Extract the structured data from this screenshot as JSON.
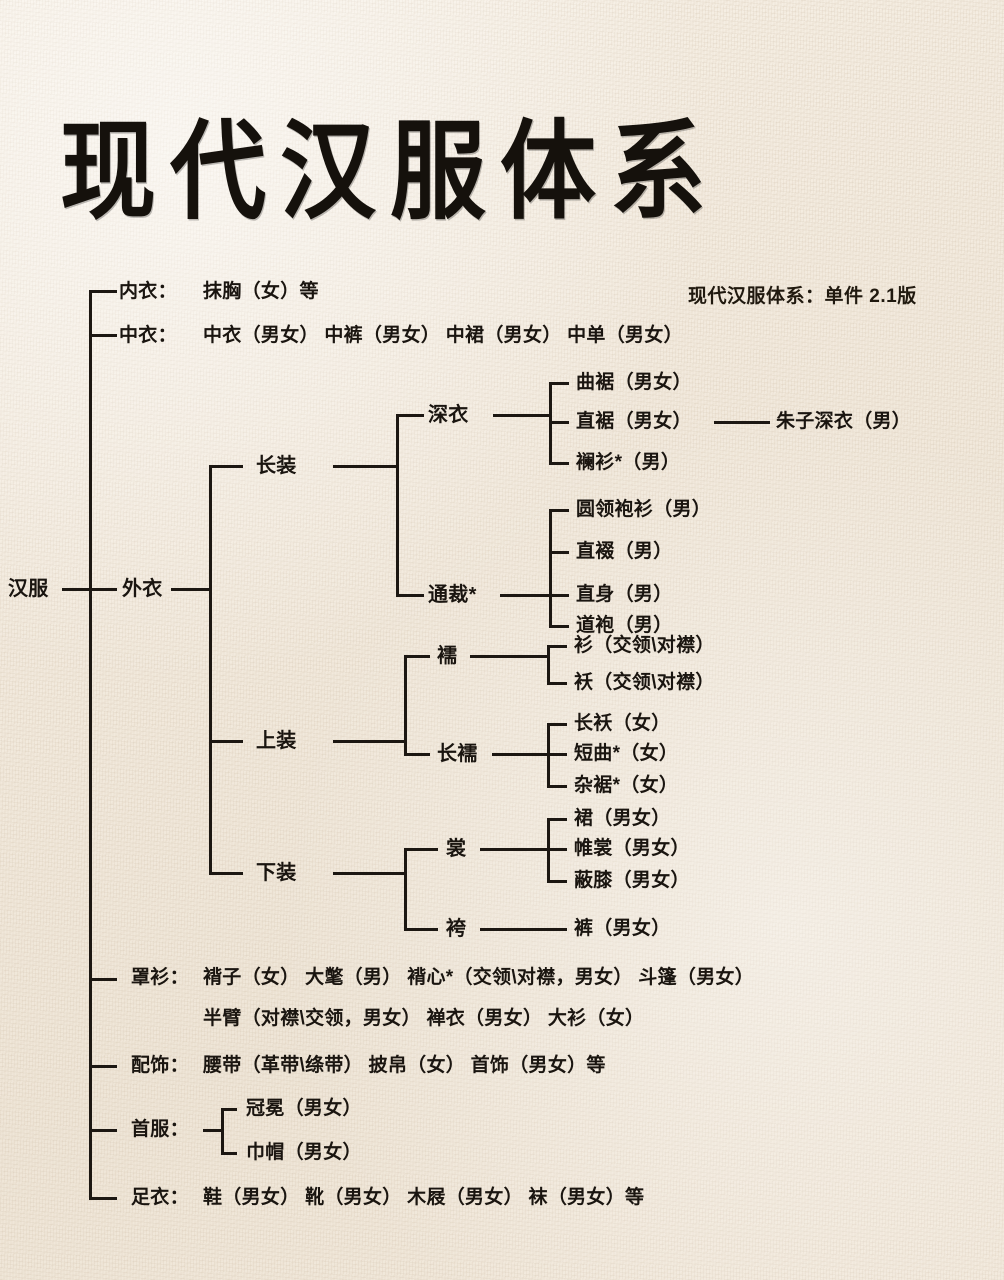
{
  "title": "现代汉服体系",
  "version_note": "现代汉服体系：单件  2.1版",
  "root": "汉服",
  "tree": {
    "neiyi": {
      "label": "内衣：",
      "items": "抹胸（女）等"
    },
    "zhongyi": {
      "label": "中衣：",
      "items": "中衣（男女）  中裤（男女）  中裙（男女）  中单（男女）"
    },
    "waiyi": {
      "label": "外衣"
    },
    "changzhuang": {
      "label": "长装"
    },
    "shenyi": {
      "label": "深衣",
      "children": [
        "曲裾（男女）",
        "直裾（男女）",
        "襕衫*（男）"
      ],
      "extra": "朱子深衣（男）"
    },
    "tongcai": {
      "label": "通裁*",
      "children": [
        "圆领袍衫（男）",
        "直裰（男）",
        "直身（男）",
        "道袍（男）"
      ]
    },
    "shangzhuang": {
      "label": "上装"
    },
    "ru": {
      "label": "襦",
      "children": [
        "衫（交领\\对襟）",
        "袄（交领\\对襟）"
      ]
    },
    "changru": {
      "label": "长襦",
      "children": [
        "长袄（女）",
        "短曲*（女）",
        "杂裾*（女）"
      ]
    },
    "xiazhuang": {
      "label": "下装"
    },
    "shang": {
      "label": "裳",
      "children": [
        "裙（男女）",
        "帷裳（男女）",
        "蔽膝（男女）"
      ]
    },
    "ku": {
      "label": "袴",
      "children": [
        "裤（男女）"
      ]
    },
    "zhaoshan": {
      "label": "罩衫：",
      "line1": "褙子（女）  大氅（男）   褙心*（交领\\对襟，男女）    斗篷（男女）",
      "line2": "半臂（对襟\\交领，男女）  褝衣（男女）  大衫（女）"
    },
    "peishi": {
      "label": "配饰：",
      "items": "腰带（革带\\绦带）  披帛（女）  首饰（男女）等"
    },
    "shoufu": {
      "label": "首服：",
      "children": [
        "冠冕（男女）",
        "巾帽（男女）"
      ]
    },
    "zuyi": {
      "label": "足衣：",
      "items": "鞋（男女）  靴（男女）  木屐（男女）  袜（男女）等"
    }
  },
  "colors": {
    "paper": "#f3ebdf",
    "ink": "#1c1712"
  }
}
